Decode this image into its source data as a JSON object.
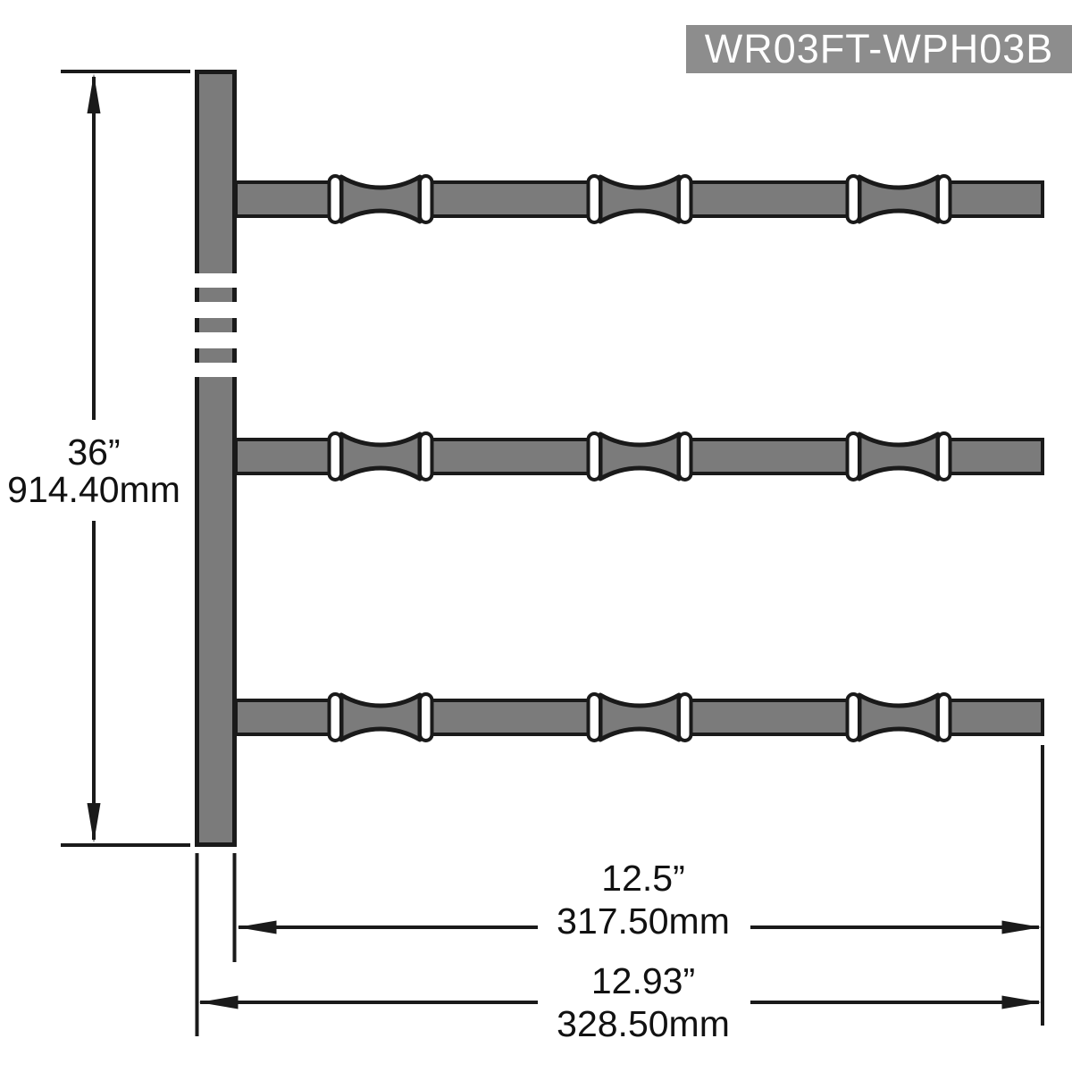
{
  "badge": {
    "label": "WR03FT-WPH03B",
    "bg_color": "#8d8d8d",
    "text_color": "#ffffff"
  },
  "drawing": {
    "type": "technical-dimension-drawing",
    "subject": "wall rack side profile with 3 rails",
    "rail_count": 3,
    "spools_per_rail": 3,
    "metal_fill_color": "#7b7b7b",
    "line_color": "#1a1a1a"
  },
  "dimensions": {
    "height": {
      "inches": "36”",
      "mm": "914.40mm"
    },
    "rail_length": {
      "inches": "12.5”",
      "mm": "317.50mm"
    },
    "overall_depth": {
      "inches": "12.93”",
      "mm": "328.50mm"
    }
  }
}
